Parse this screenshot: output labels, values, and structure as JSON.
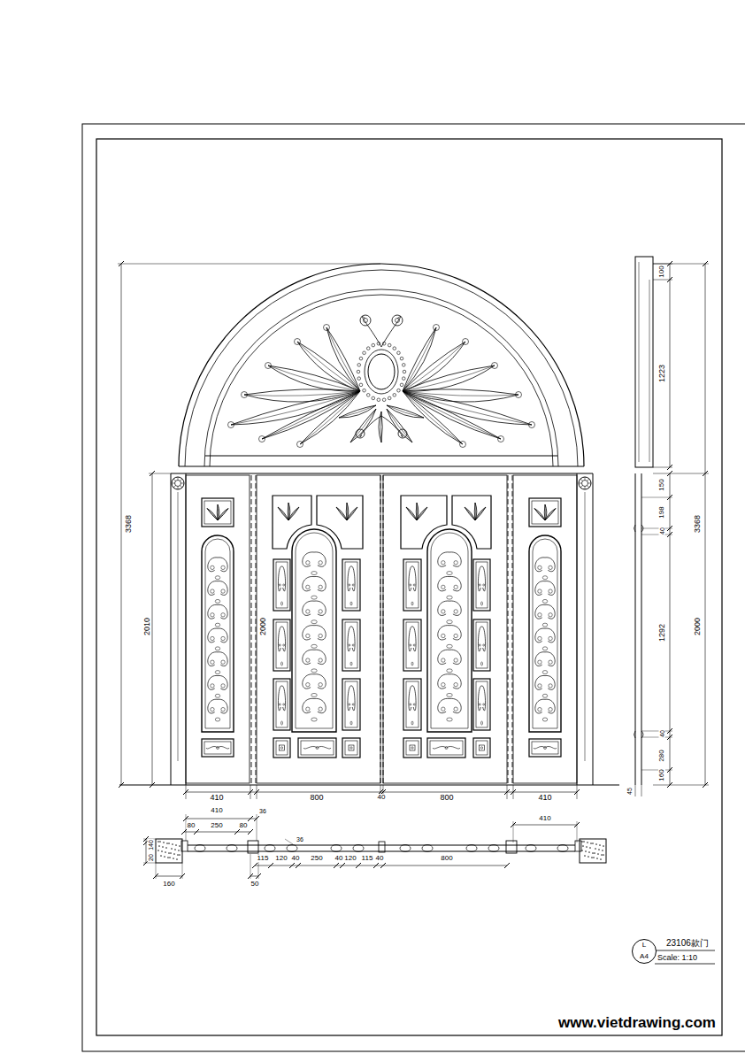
{
  "diagram": {
    "nodes": [
      {
        "text": [
          "L",
          "A4"
        ]
      }
    ],
    "labels": [
      "3368",
      "2010",
      "2000",
      "410",
      "800",
      "40",
      "800",
      "410",
      "100",
      "1223",
      "150",
      "198",
      "40",
      "1292",
      "40",
      "280",
      "160",
      "3368",
      "2000",
      "45",
      "410",
      "36",
      "80",
      "250",
      "80",
      "20",
      "140",
      "160",
      "50",
      "36",
      "115",
      "120",
      "40",
      "250",
      "40",
      "120",
      "115",
      "40",
      "800",
      "410",
      "23106款门",
      "Scale: 1:10",
      "www.vietdrawing.com"
    ]
  }
}
